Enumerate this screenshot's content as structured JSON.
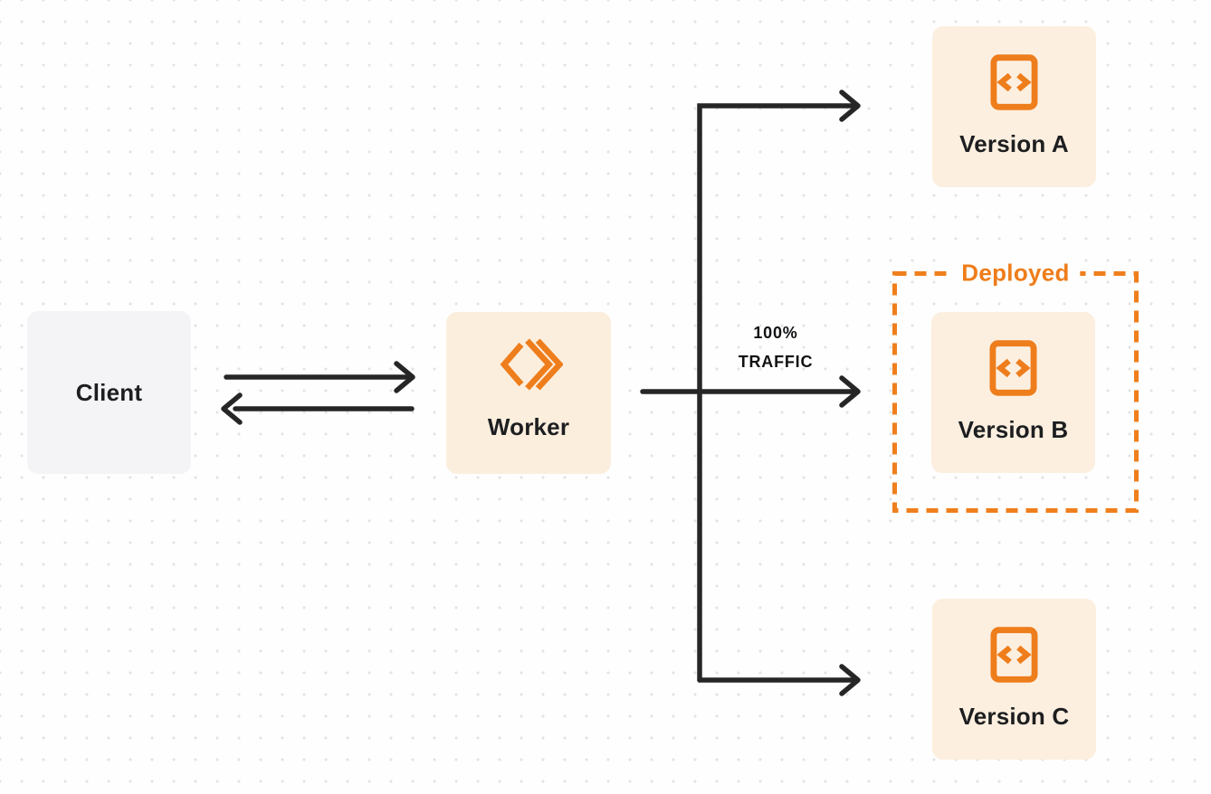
{
  "nodes": {
    "client": {
      "label": "Client"
    },
    "worker": {
      "label": "Worker",
      "icon": "workers-logo-icon"
    },
    "version_a": {
      "label": "Version A",
      "icon": "code-document-icon"
    },
    "version_b": {
      "label": "Version B",
      "icon": "code-document-icon"
    },
    "version_c": {
      "label": "Version C",
      "icon": "code-document-icon"
    }
  },
  "annotations": {
    "deployed_label": "Deployed",
    "traffic_percent": "100%",
    "traffic_word": "TRAFFIC"
  },
  "edges": [
    {
      "from": "client",
      "to": "worker",
      "style": "arrow-right"
    },
    {
      "from": "worker",
      "to": "client",
      "style": "arrow-left"
    },
    {
      "from": "worker",
      "to": "version_a",
      "style": "arrow-right"
    },
    {
      "from": "worker",
      "to": "version_b",
      "style": "arrow-right",
      "label": "100% TRAFFIC"
    },
    {
      "from": "worker",
      "to": "version_c",
      "style": "arrow-right"
    }
  ],
  "colors": {
    "accent_orange": "#ee7d1c",
    "cream_box": "#fbeedd",
    "gray_box": "#f4f4f6",
    "arrow_dark": "#262626",
    "label_dark": "#1d1e20",
    "dot_grid": "#e4e4e4",
    "background": "#fefefe"
  }
}
